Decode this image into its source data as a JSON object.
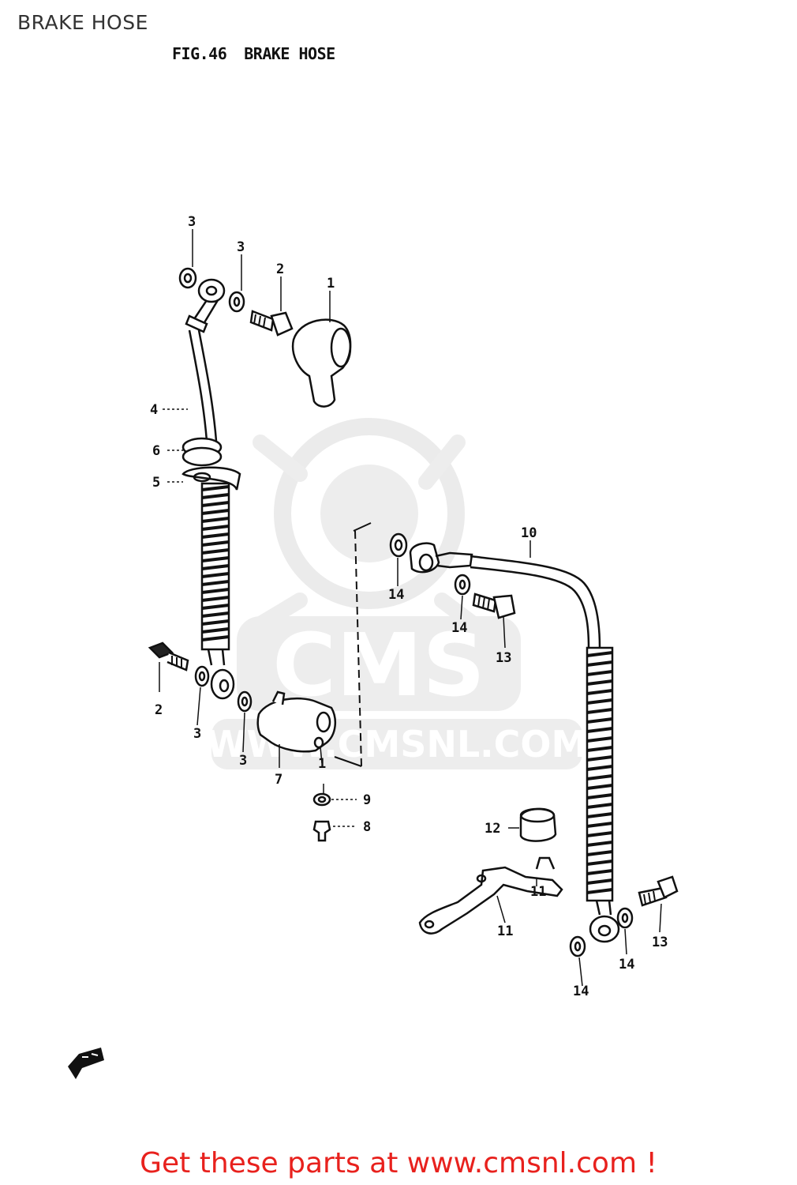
{
  "page_title": "BRAKE HOSE",
  "figure": {
    "number": "FIG.46",
    "title": "BRAKE HOSE"
  },
  "watermark": {
    "logo": "CMS",
    "url": "WWW.CMSNL.COM"
  },
  "callouts": {
    "c3a": "3",
    "c3b": "3",
    "c2a": "2",
    "c1a": "1",
    "c4": "4",
    "c6": "6",
    "c5": "5",
    "c2b": "2",
    "c3c": "3",
    "c3d": "3",
    "c7": "7",
    "c1b": "1",
    "c9": "9",
    "c8": "8",
    "c10": "10",
    "c14a": "14",
    "c14b": "14",
    "c13a": "13",
    "c12": "12",
    "c11a": "11",
    "c11b": "11",
    "c13b": "13",
    "c14c": "14",
    "c14d": "14"
  },
  "footer_link": "Get these parts at www.cmsnl.com !"
}
